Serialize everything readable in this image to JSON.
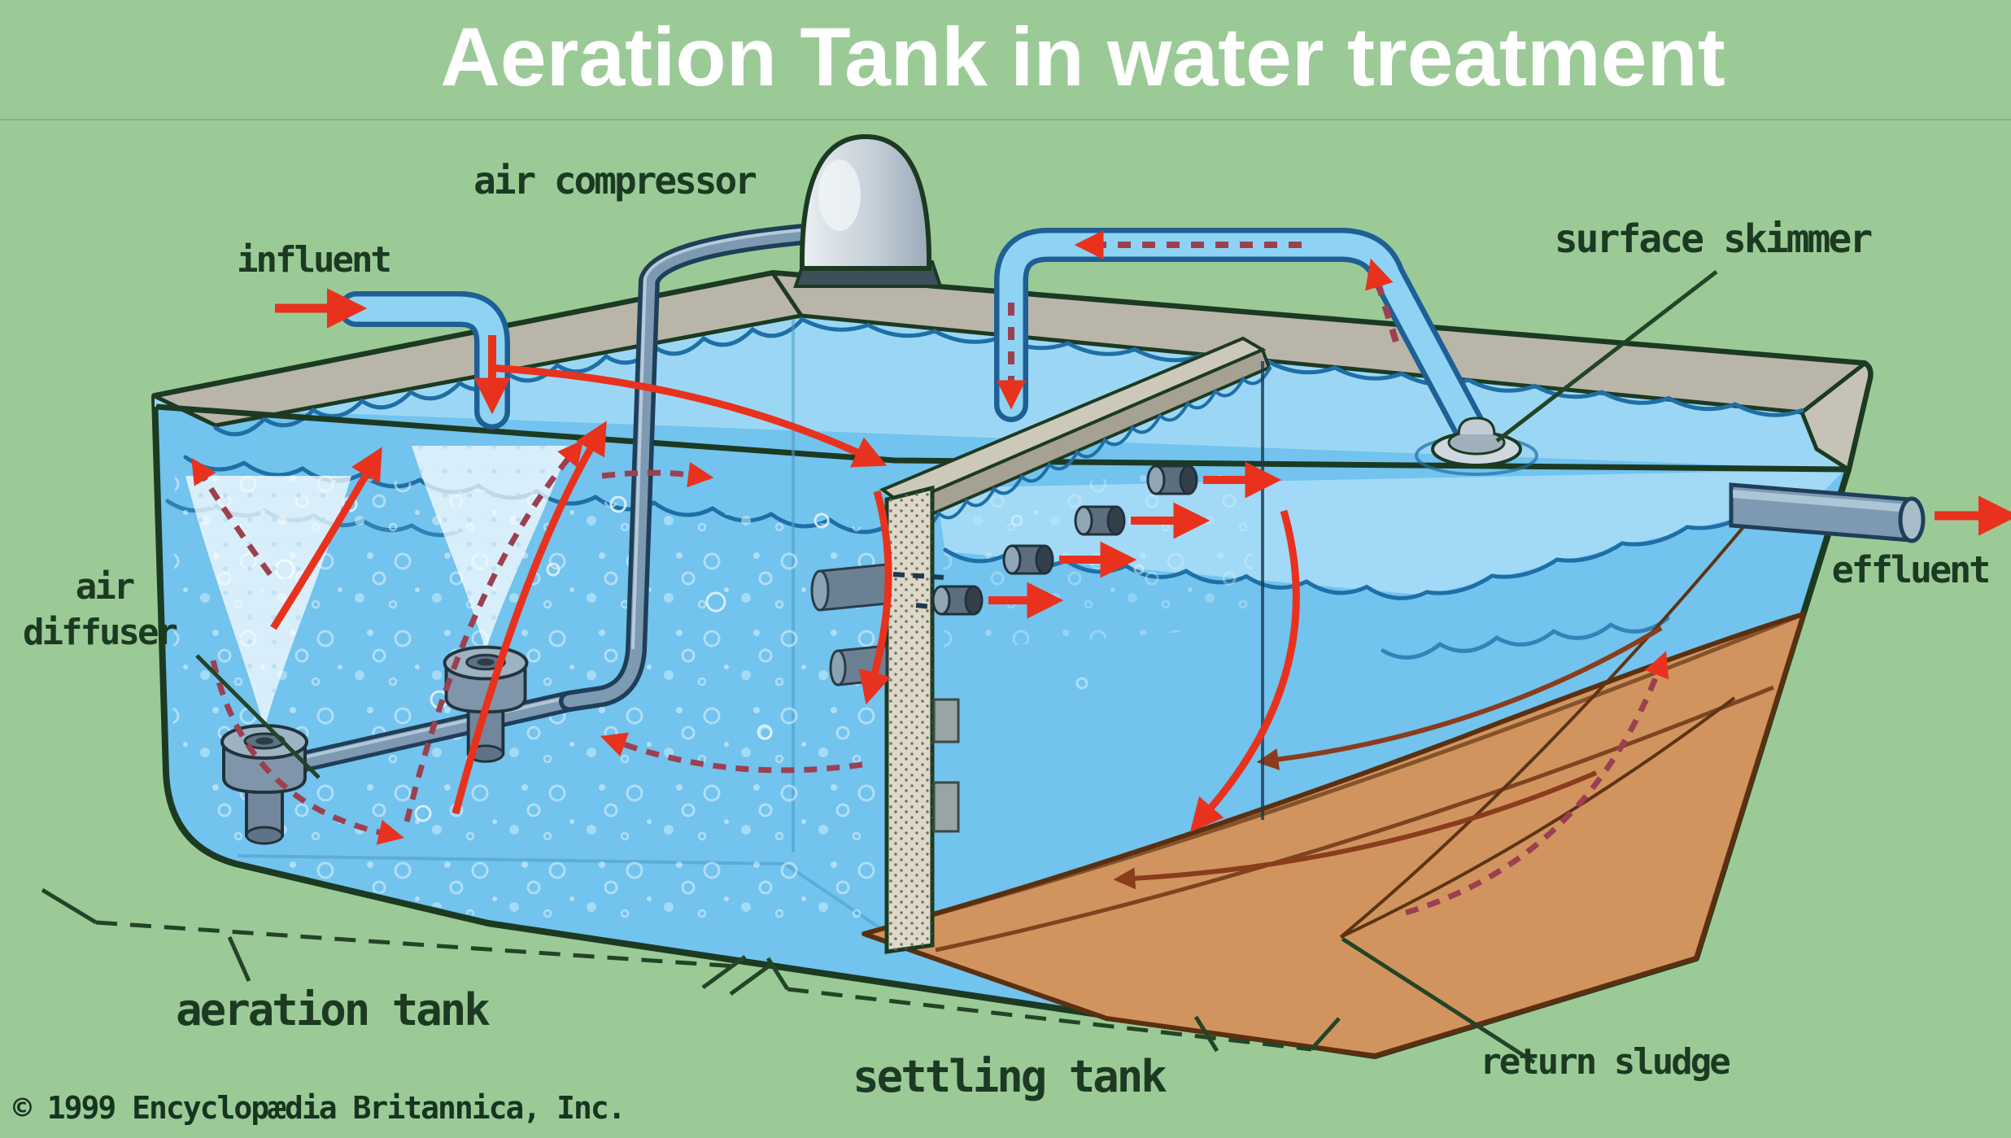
{
  "title": "Aeration Tank in water treatment",
  "copyright": "© 1999 Encyclopædia Britannica, Inc.",
  "diagram": {
    "type": "illustration",
    "subject": "Activated-sludge water treatment: aeration tank and settling tank cutaway",
    "labels": {
      "air_compressor": "air compressor",
      "influent": "influent",
      "surface_skimmer": "surface skimmer",
      "air_diffuser_line1": "air",
      "air_diffuser_line2": "diffuser",
      "effluent": "effluent",
      "aeration_tank": "aeration tank",
      "settling_tank": "settling tank",
      "return_sludge": "return sludge"
    },
    "colors": {
      "background_green": "#9bca97",
      "title_text": "#ffffff",
      "label_text": "#1c3a22",
      "water_blue": "#72c3ee",
      "water_surface_light": "#9bd7f5",
      "wave_line_blue": "#1e6fa6",
      "tank_rim_gray": "#b9b6a9",
      "pipe_water_blue": "#8ed3f3",
      "pipe_outline_blue": "#1e5f94",
      "metal_gray_blue": "#7e99b2",
      "flow_arrow_red": "#e8321e",
      "flow_dash_maroon": "#9c4050",
      "sludge_brown": "#d2945f",
      "sludge_outline_brown": "#5a3010",
      "sludge_arrow_brown": "#8a3c1c"
    }
  }
}
